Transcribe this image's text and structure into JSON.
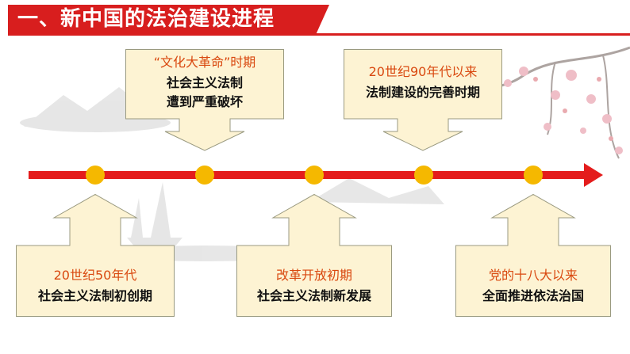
{
  "title": "一、新中国的法治建设进程",
  "colors": {
    "accent_red": "#d81e1e",
    "callout_fill": "#fdf3d3",
    "callout_border": "#9a9a80",
    "node_fill": "#f5b800",
    "highlight_text": "#d9480f"
  },
  "timeline": {
    "nodes": 5
  },
  "upper_callouts": [
    {
      "heading": "“文化大革命”时期",
      "line1": "社会主义法制",
      "line2": "遭到严重破坏"
    },
    {
      "heading": "20世纪90年代以来",
      "line1": "法制建设的完善时期"
    }
  ],
  "lower_callouts": [
    {
      "heading": "20世纪50年代",
      "line1": "社会主义法制初创期"
    },
    {
      "heading": "改革开放初期",
      "line1": "社会主义法制新发展"
    },
    {
      "heading": "党的十八大以来",
      "line1": "全面推进依法治国"
    }
  ]
}
